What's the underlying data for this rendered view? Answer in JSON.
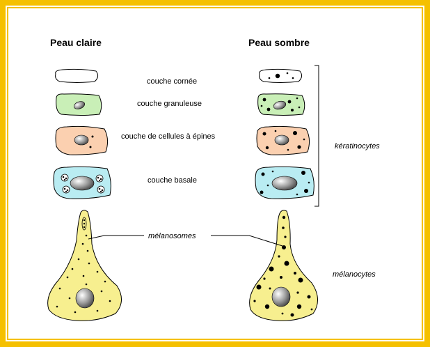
{
  "headers": {
    "left": "Peau claire",
    "right": "Peau sombre"
  },
  "layers": [
    {
      "label": "couche cornée"
    },
    {
      "label": "couche granuleuse"
    },
    {
      "label": "couche de cellules à épines"
    },
    {
      "label": "couche basale"
    }
  ],
  "group_labels": {
    "keratinocytes": "kératinocytes",
    "melanocytes": "mélanocytes"
  },
  "annotation": "mélanosomes",
  "colors": {
    "border": "#f5c000",
    "granuleuse": "#c9efb7",
    "epines": "#fbd0b0",
    "basale": "#b9ecf2",
    "melanocyte": "#f7ef8f"
  }
}
